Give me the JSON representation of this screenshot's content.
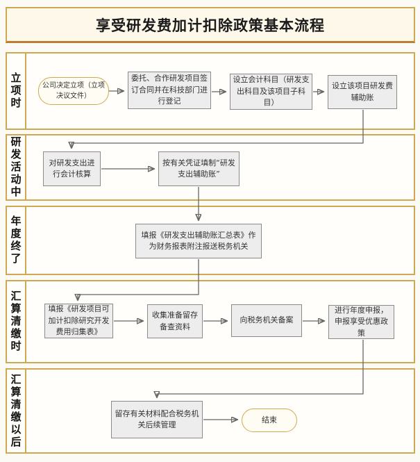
{
  "title": "享受研发费加计扣除政策基本流程",
  "stages": [
    {
      "label": "立项时"
    },
    {
      "label": "研发活动中"
    },
    {
      "label": "年度终了"
    },
    {
      "label": "汇算清缴时"
    },
    {
      "label": "汇算清缴以后"
    }
  ],
  "nodes": [
    {
      "id": "start",
      "type": "terminator",
      "stage": "立项时",
      "text": "公司决定立项（立项决议文件）"
    },
    {
      "id": "register-contract",
      "type": "process",
      "stage": "立项时",
      "text": "委托、合作研发项目签订合同并在科技部门进行登记"
    },
    {
      "id": "set-accounting-subjects",
      "type": "process",
      "stage": "立项时",
      "text": "设立会计科目（研发支出科目及该项目子科目）"
    },
    {
      "id": "set-auxiliary-ledger",
      "type": "process",
      "stage": "立项时",
      "text": "设立该项目研发费辅助账"
    },
    {
      "id": "expense-accounting",
      "type": "process",
      "stage": "研发活动中",
      "text": "对研发支出进行会计核算"
    },
    {
      "id": "fill-auxiliary-ledger",
      "type": "process",
      "stage": "研发活动中",
      "text": "按有关凭证填制“研发支出辅助账”"
    },
    {
      "id": "report-summary-table",
      "type": "process",
      "stage": "年度终了",
      "text": "填报《研发支出辅助账汇总表》作为财务报表附注报送税务机关"
    },
    {
      "id": "fill-collection-form",
      "type": "process",
      "stage": "汇算清缴时",
      "text": "填报《研发项目可加计扣除研究开发费用归集表》"
    },
    {
      "id": "prepare-retained-materials",
      "type": "process",
      "stage": "汇算清缴时",
      "text": "收集准备留存备查资料"
    },
    {
      "id": "tax-filing",
      "type": "process",
      "stage": "汇算清缴时",
      "text": "向税务机关备案"
    },
    {
      "id": "annual-declaration",
      "type": "process",
      "stage": "汇算清缴时",
      "text": "进行年度申报，申报享受优惠政策"
    },
    {
      "id": "retain-materials",
      "type": "process",
      "stage": "汇算清缴以后",
      "text": "留存有关材料配合税务机关后续管理"
    },
    {
      "id": "end",
      "type": "terminator",
      "stage": "汇算清缴以后",
      "text": "结束"
    }
  ],
  "colors": {
    "frame_border": "#cfa852",
    "title_underline": "#bf7c33",
    "process_fill": "#ededed",
    "process_border": "#8a8a8a",
    "terminator_fill": "#fffdf3",
    "terminator_border": "#cfa852",
    "arrow": "#666666",
    "text": "#333333",
    "background": "#fbfaf5"
  }
}
